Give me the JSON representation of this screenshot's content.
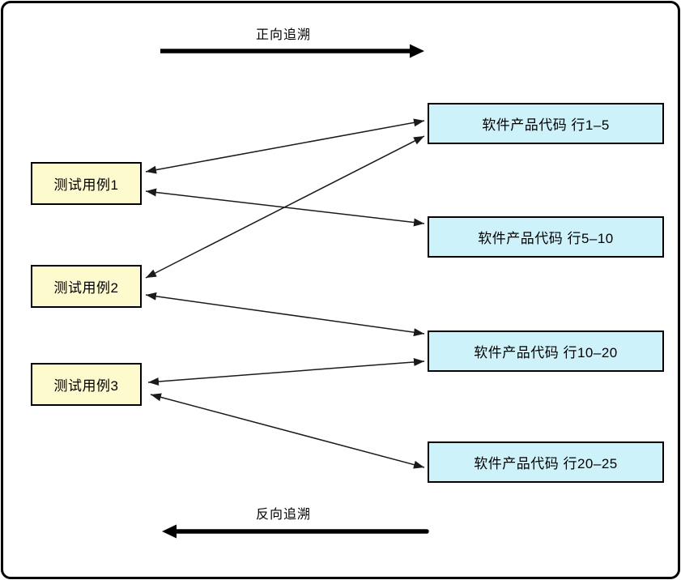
{
  "diagram": {
    "forward_label": "正向追溯",
    "backward_label": "反向追溯",
    "test_cases": [
      {
        "id": "tc1",
        "label": "测试用例1"
      },
      {
        "id": "tc2",
        "label": "测试用例2"
      },
      {
        "id": "tc3",
        "label": "测试用例3"
      }
    ],
    "code_blocks": [
      {
        "id": "code1_5",
        "label": "软件产品代码 行1–5"
      },
      {
        "id": "code5_10",
        "label": "软件产品代码 行5–10"
      },
      {
        "id": "code10_20",
        "label": "软件产品代码 行10–20"
      },
      {
        "id": "code20_25",
        "label": "软件产品代码 行20–25"
      }
    ],
    "edges": [
      {
        "from": "tc1",
        "to": "code1_5",
        "bidirectional": true
      },
      {
        "from": "tc1",
        "to": "code5_10",
        "bidirectional": true
      },
      {
        "from": "tc2",
        "to": "code1_5",
        "bidirectional": true
      },
      {
        "from": "tc2",
        "to": "code10_20",
        "bidirectional": true
      },
      {
        "from": "tc3",
        "to": "code10_20",
        "bidirectional": true
      },
      {
        "from": "tc3",
        "to": "code20_25",
        "bidirectional": true
      }
    ],
    "colors": {
      "test_case_fill": "#FDFACD",
      "code_block_fill": "#CDF2F9",
      "line": "#000000"
    }
  }
}
